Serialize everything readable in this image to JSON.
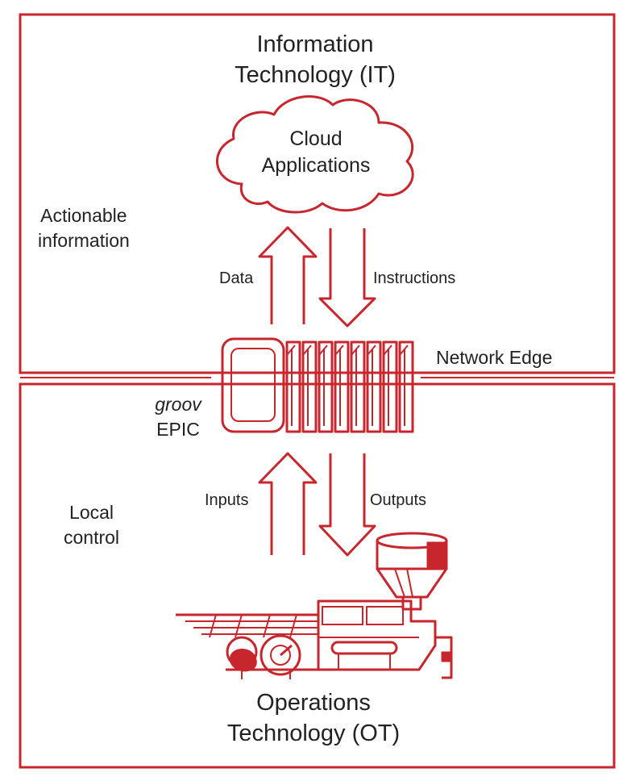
{
  "it_title": [
    "Information",
    "Technology (IT)"
  ],
  "cloud": [
    "Cloud",
    "Applications"
  ],
  "actionable": [
    "Actionable",
    "information"
  ],
  "data_label": "Data",
  "instructions_label": "Instructions",
  "network_edge": "Network Edge",
  "groov": "groov",
  "epic": "EPIC",
  "inputs_label": "Inputs",
  "outputs_label": "Outputs",
  "local_control": [
    "Local",
    "control"
  ],
  "ot_title": [
    "Operations",
    "Technology (OT)"
  ],
  "colors": {
    "accent": "#c8262d",
    "text": "#222222",
    "background": "#ffffff"
  },
  "icons": {
    "cloud": "cloud-icon",
    "controller": "groov-epic-controller-icon",
    "industrial_equipment": "industrial-equipment-icon"
  }
}
